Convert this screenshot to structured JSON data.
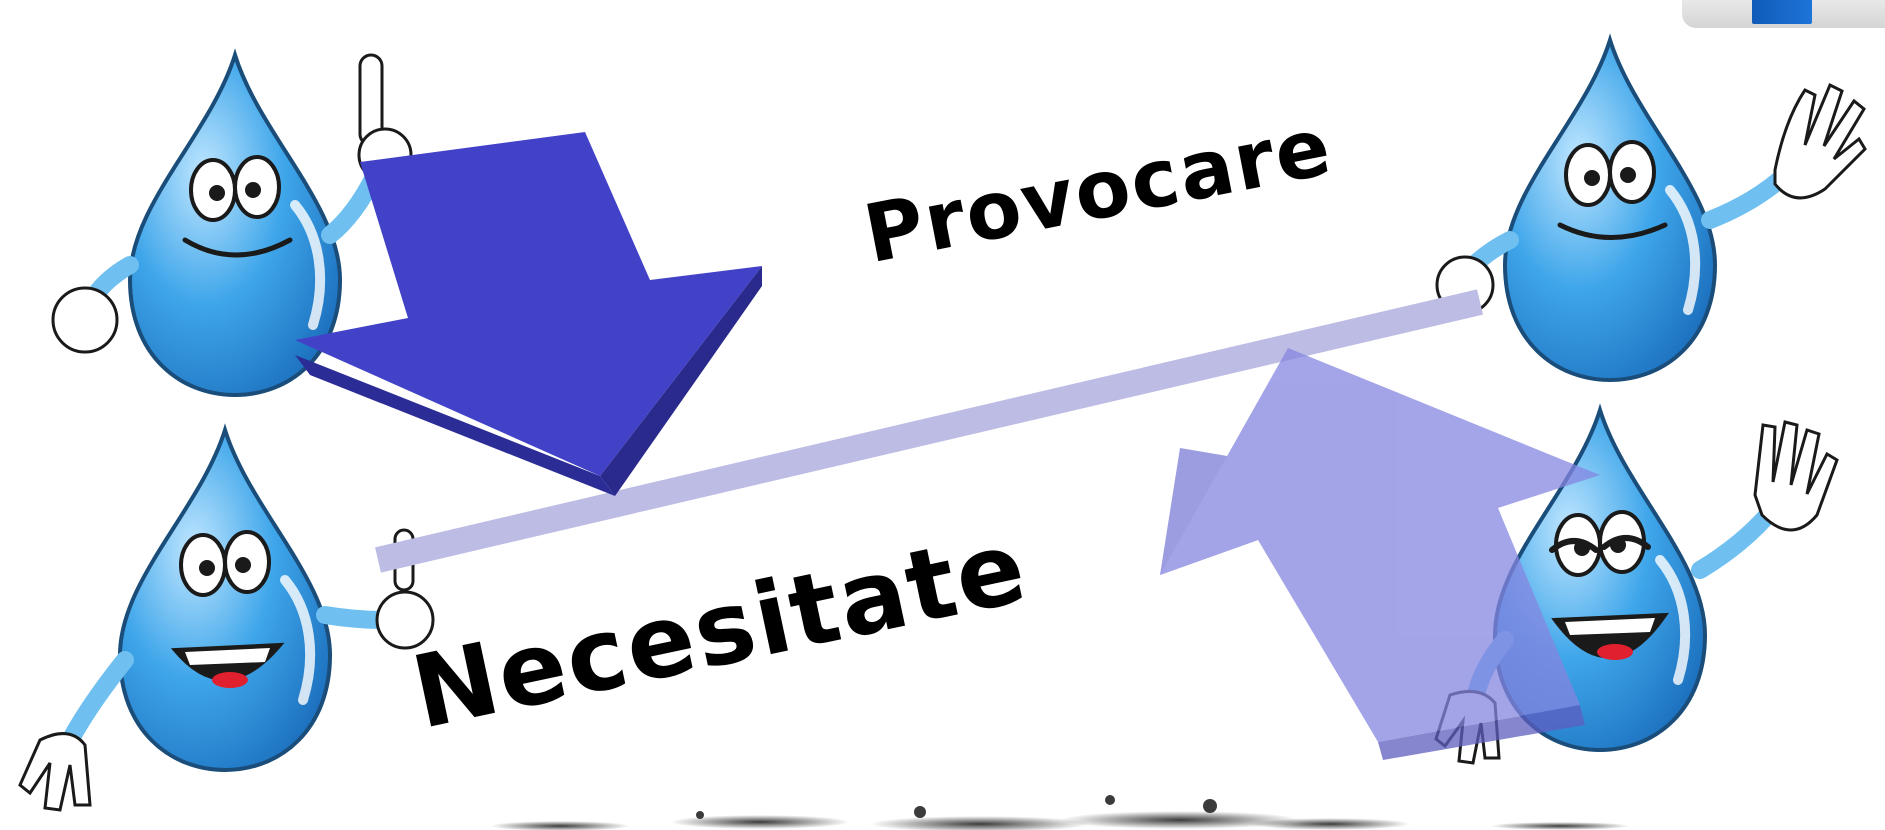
{
  "labels": {
    "top_word": "Provocare",
    "bottom_word": "Necesitate"
  },
  "colors": {
    "background": "#ffffff",
    "arrow_down": "#4242c8",
    "arrow_up": "#8a8ae0",
    "line": "#bcbce4",
    "drop_body": "#3a9ee0",
    "drop_outline": "#1a4d7a",
    "text": "#000000"
  },
  "icons": {
    "characters": [
      "water-drop-character",
      "water-drop-character",
      "water-drop-character",
      "water-drop-character"
    ],
    "arrows": [
      "arrow-down-icon",
      "arrow-up-icon"
    ],
    "corner": "cube-icon"
  }
}
